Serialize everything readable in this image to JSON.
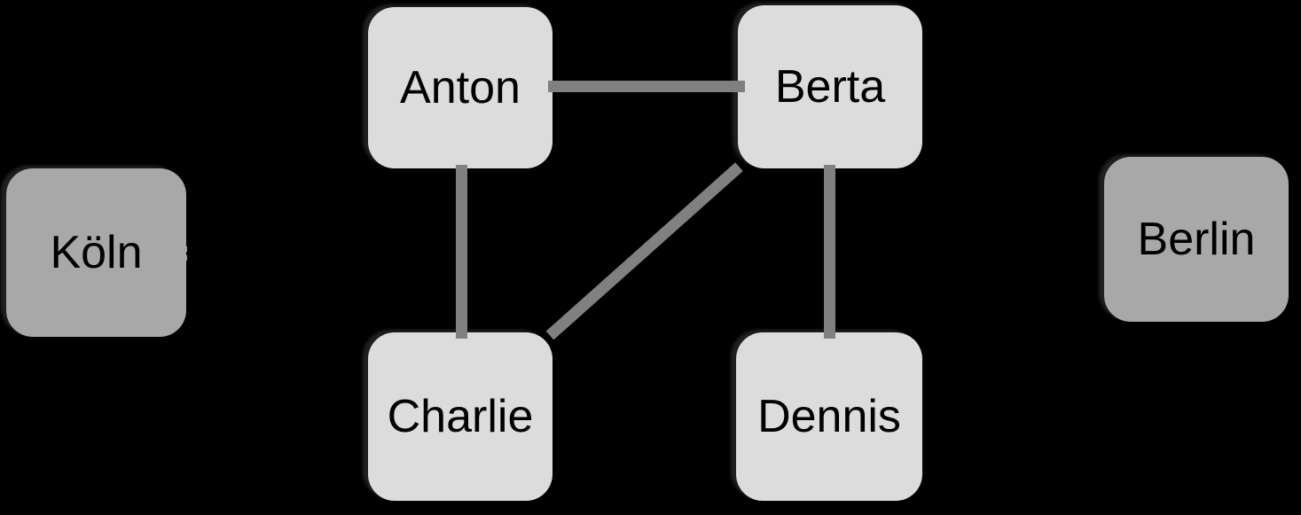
{
  "diagram": {
    "title": "social-graph",
    "background_color": "#000000",
    "person_node_fill": "#dcdcdc",
    "city_node_fill": "#a8a8a8",
    "edge_color": "#808080",
    "text_color": "#000000"
  },
  "nodes": [
    {
      "id": "anton",
      "label": "Anton",
      "type": "person"
    },
    {
      "id": "berta",
      "label": "Berta",
      "type": "person"
    },
    {
      "id": "charlie",
      "label": "Charlie",
      "type": "person"
    },
    {
      "id": "dennis",
      "label": "Dennis",
      "type": "person"
    },
    {
      "id": "koeln",
      "label": "Köln",
      "type": "city"
    },
    {
      "id": "berlin",
      "label": "Berlin",
      "type": "city"
    }
  ],
  "edges": [
    {
      "from": "Anton",
      "to": "Berta",
      "shape": "horizontal"
    },
    {
      "from": "Anton",
      "to": "Charlie",
      "shape": "vertical"
    },
    {
      "from": "Berta",
      "to": "Dennis",
      "shape": "vertical"
    },
    {
      "from": "Charlie",
      "to": "Berta",
      "shape": "diagonal"
    }
  ]
}
